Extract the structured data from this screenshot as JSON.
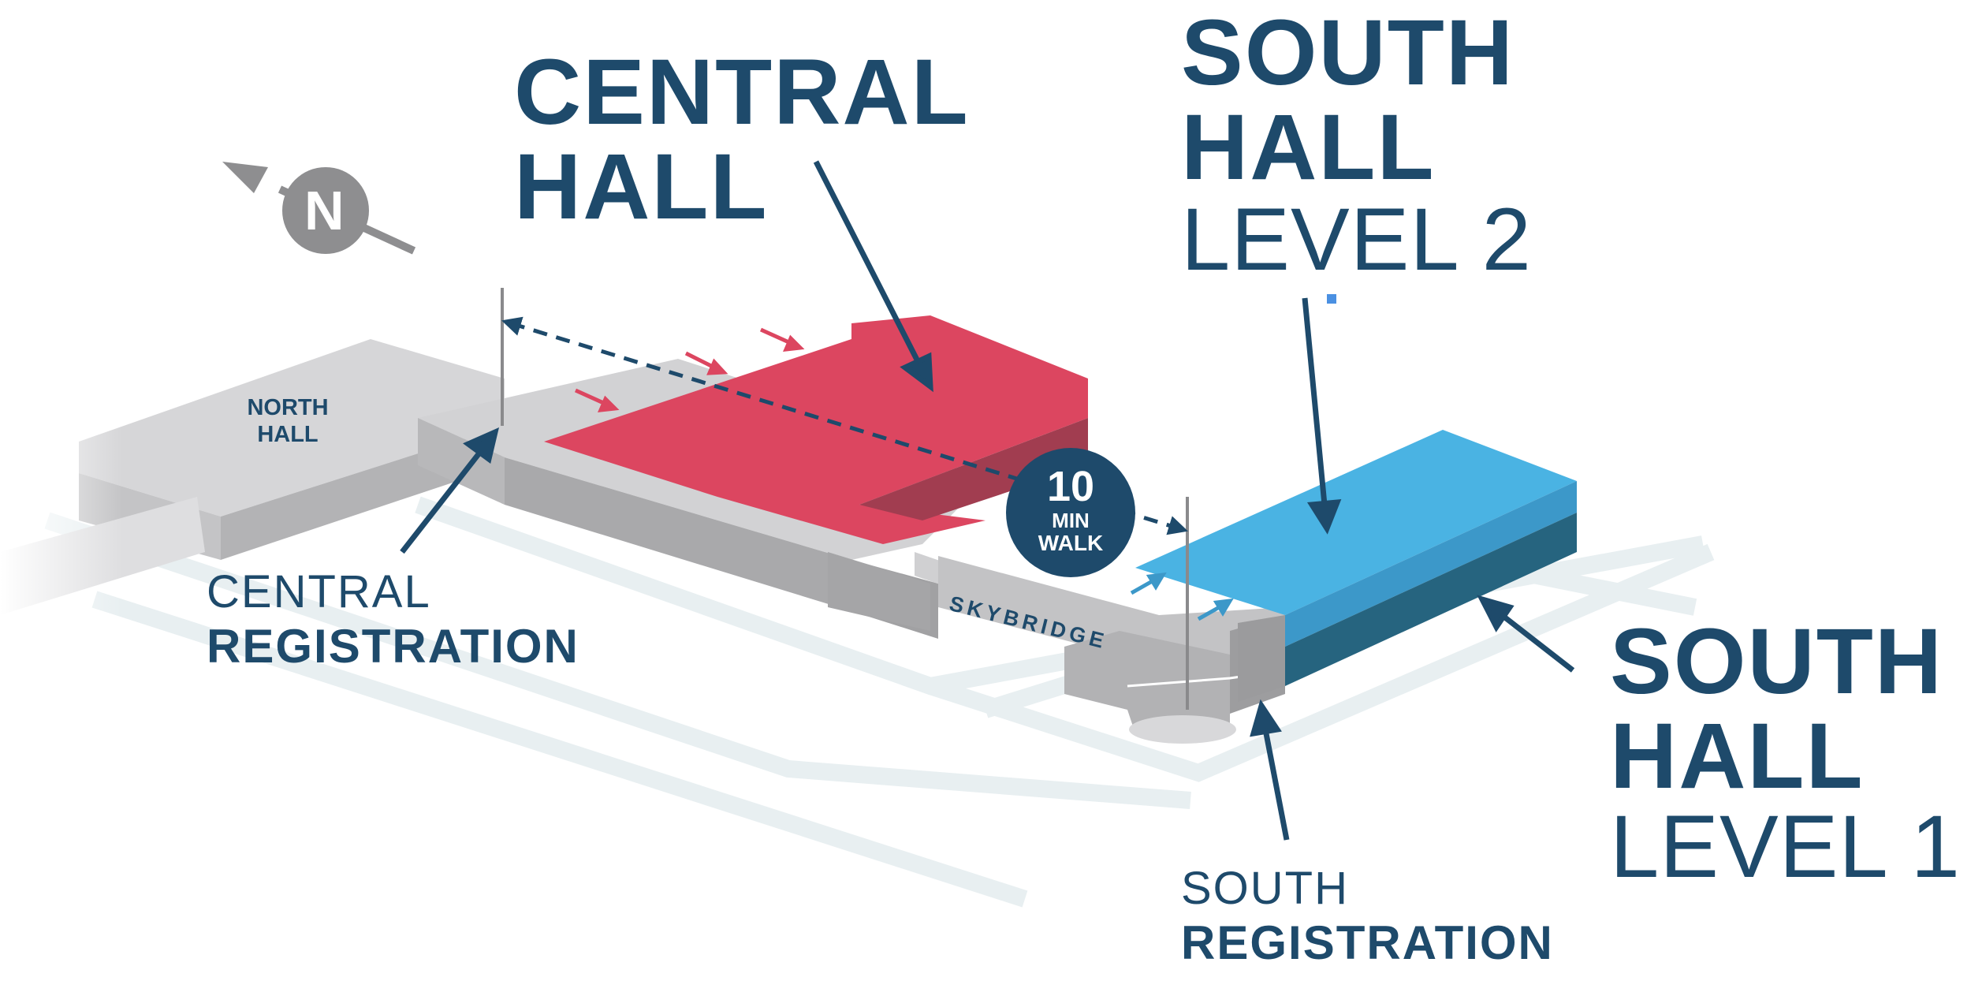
{
  "labels": {
    "central_hall": [
      "CENTRAL",
      "HALL"
    ],
    "south_hall_level2": {
      "bold": [
        "SOUTH",
        "HALL"
      ],
      "thin": "LEVEL 2"
    },
    "south_hall_level1": {
      "bold": [
        "SOUTH",
        "HALL"
      ],
      "thin": "LEVEL 1"
    },
    "central_registration": {
      "thin": "CENTRAL",
      "bold": "REGISTRATION"
    },
    "south_registration": {
      "thin": "SOUTH",
      "bold": "REGISTRATION"
    },
    "north_hall": [
      "NORTH",
      "HALL"
    ],
    "skybridge": "SKYBRIDGE",
    "compass": "N",
    "walk_badge": {
      "number": "10",
      "line1": "MIN",
      "line2": "WALK"
    }
  },
  "colors": {
    "navy": "#1e4a6b",
    "central_red": "#dc4660",
    "central_red_side": "#a13d50",
    "south_blue": "#4ab3e3",
    "south_blue_dark": "#26647f",
    "south_blue_mid": "#3c98c9",
    "floor_gray": "#cfcfd1",
    "wall_gray": "#a9a9ab",
    "road": "#e8eff1"
  },
  "icons": [
    "compass-north-icon",
    "walk-time-badge"
  ]
}
